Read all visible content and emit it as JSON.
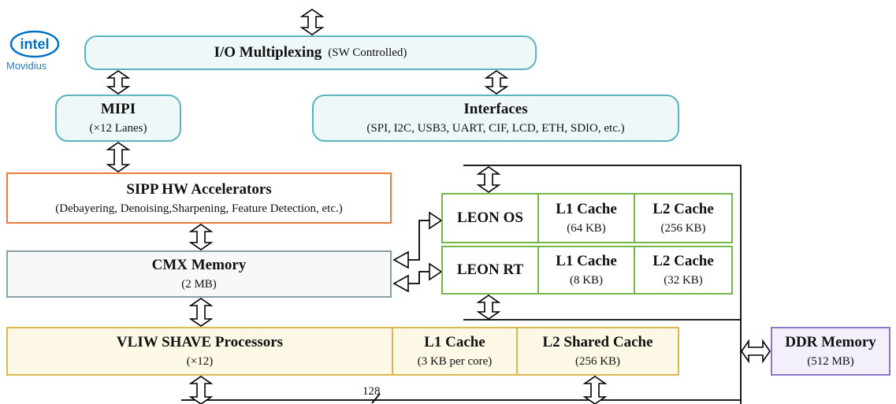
{
  "logo": {
    "brand": "intel",
    "product": "Movidius",
    "brand_color": "#0071c5"
  },
  "io_mux": {
    "title": "I/O Multiplexing",
    "note": "(SW Controlled)"
  },
  "mipi": {
    "title": "MIPI",
    "note": "(×12 Lanes)"
  },
  "interfaces": {
    "title": "Interfaces",
    "note": "(SPI, I2C, USB3, UART, CIF, LCD, ETH, SDIO, etc.)"
  },
  "sipp": {
    "title": "SIPP HW Accelerators",
    "note": "(Debayering, Denoising,Sharpening, Feature Detection, etc.)"
  },
  "cmx": {
    "title": "CMX Memory",
    "note": "(2 MB)"
  },
  "leon_os": {
    "title": "LEON OS",
    "l1_title": "L1 Cache",
    "l1_size": "(64 KB)",
    "l2_title": "L2 Cache",
    "l2_size": "(256 KB)"
  },
  "leon_rt": {
    "title": "LEON RT",
    "l1_title": "L1 Cache",
    "l1_size": "(8 KB)",
    "l2_title": "L2 Cache",
    "l2_size": "(32 KB)"
  },
  "vliw": {
    "title": "VLIW SHAVE Processors",
    "note": "(×12)",
    "l1_title": "L1 Cache",
    "l1_size": "(3 KB per core)",
    "l2_title": "L2 Shared Cache",
    "l2_size": "(256 KB)"
  },
  "ddr": {
    "title": "DDR Memory",
    "note": "(512 MB)"
  },
  "bus_width": "128",
  "colors": {
    "teal": "#5bb3bf",
    "orange": "#ee7a3b",
    "gray": "#8aa0a6",
    "gold": "#d9b84e",
    "green": "#72b84a",
    "purple": "#8d78c7"
  }
}
